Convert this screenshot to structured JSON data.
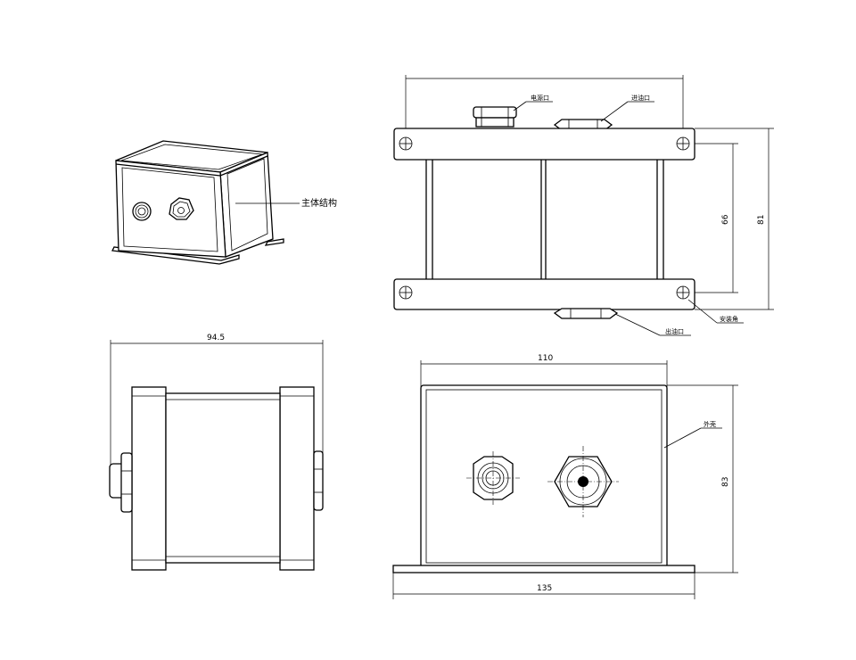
{
  "labels": {
    "main_structure": "主体结构",
    "power_port": "电源口",
    "oil_inlet": "进油口",
    "oil_outlet": "出油口",
    "mount_foot": "安装角",
    "housing": "外壳"
  },
  "dimensions": {
    "side_width": "94.5",
    "top_inner_height": "66",
    "top_outer_height": "81",
    "front_width": "110",
    "front_height": "83",
    "base_width": "135"
  },
  "colors": {
    "line": "#000000",
    "background": "#ffffff"
  }
}
